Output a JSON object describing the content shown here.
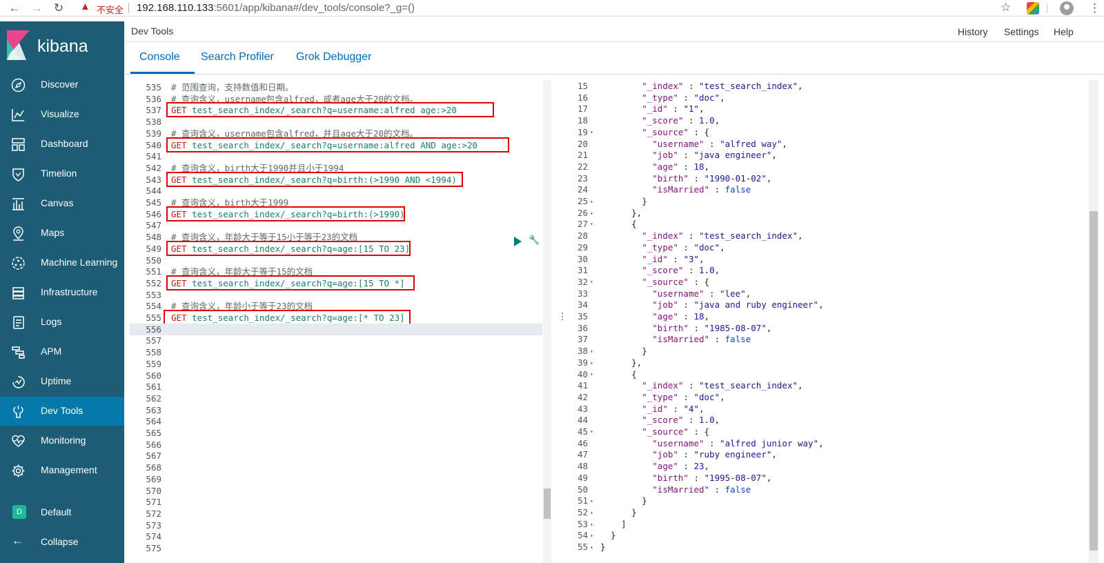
{
  "browser": {
    "warning": "不安全",
    "url_host": "192.168.110.133",
    "url_rest": ":5601/app/kibana#/dev_tools/console?_g=()"
  },
  "sidebar": {
    "brand": "kibana",
    "items": [
      {
        "label": "Discover",
        "icon": "compass-icon"
      },
      {
        "label": "Visualize",
        "icon": "chart-icon"
      },
      {
        "label": "Dashboard",
        "icon": "dashboard-icon"
      },
      {
        "label": "Timelion",
        "icon": "shield-icon"
      },
      {
        "label": "Canvas",
        "icon": "canvas-icon"
      },
      {
        "label": "Maps",
        "icon": "map-pin-icon"
      },
      {
        "label": "Machine Learning",
        "icon": "ml-icon"
      },
      {
        "label": "Infrastructure",
        "icon": "stack-icon"
      },
      {
        "label": "Logs",
        "icon": "logs-icon"
      },
      {
        "label": "APM",
        "icon": "apm-icon"
      },
      {
        "label": "Uptime",
        "icon": "uptime-icon"
      },
      {
        "label": "Dev Tools",
        "icon": "wrench-icon"
      },
      {
        "label": "Monitoring",
        "icon": "heartbeat-icon"
      },
      {
        "label": "Management",
        "icon": "gear-icon"
      }
    ],
    "space_initial": "D",
    "space_label": "Default",
    "collapse_label": "Collapse"
  },
  "topbar": {
    "title": "Dev Tools",
    "history": "History",
    "settings": "Settings",
    "help": "Help"
  },
  "tabs": [
    "Console",
    "Search Profiler",
    "Grok Debugger"
  ],
  "editor": {
    "lines": [
      {
        "n": "535",
        "c": "# 范围查询，支持数值和日期。",
        "t": "comment"
      },
      {
        "n": "536",
        "c": "# 查询含义，username包含alfred，或者age大于20的文档。",
        "t": "comment"
      },
      {
        "n": "537",
        "m": "GET",
        "p": " test_search_index/_search?q=username:alfred age:>20",
        "t": "req"
      },
      {
        "n": "538",
        "c": "",
        "t": "blank"
      },
      {
        "n": "539",
        "c": "# 查询含义，username包含alfred，并且age大于20的文档。",
        "t": "comment"
      },
      {
        "n": "540",
        "m": "GET",
        "p": " test_search_index/_search?q=username:alfred AND age:>20",
        "t": "req"
      },
      {
        "n": "541",
        "c": "",
        "t": "blank"
      },
      {
        "n": "542",
        "c": "# 查询含义，birth大于1990并且小于1994",
        "t": "comment"
      },
      {
        "n": "543",
        "m": "GET",
        "p": " test_search_index/_search?q=birth:(>1990 AND <1994)",
        "t": "req"
      },
      {
        "n": "544",
        "c": "",
        "t": "blank"
      },
      {
        "n": "545",
        "c": "# 查询含义，birth大于1999",
        "t": "comment"
      },
      {
        "n": "546",
        "m": "GET",
        "p": " test_search_index/_search?q=birth:(>1990)",
        "t": "req"
      },
      {
        "n": "547",
        "c": "",
        "t": "blank"
      },
      {
        "n": "548",
        "c": "# 查询含义，年龄大于等于15小于等于23的文档",
        "t": "comment"
      },
      {
        "n": "549",
        "m": "GET",
        "p": " test_search_index/_search?q=age:[15 TO 23]",
        "t": "req"
      },
      {
        "n": "550",
        "c": "",
        "t": "blank"
      },
      {
        "n": "551",
        "c": "# 查询含义，年龄大于等于15的文档",
        "t": "comment"
      },
      {
        "n": "552",
        "m": "GET",
        "p": " test_search_index/_search?q=age:[15 TO *]",
        "t": "req"
      },
      {
        "n": "553",
        "c": "",
        "t": "blank"
      },
      {
        "n": "554",
        "c": "# 查询含义，年龄小于等于23的文档",
        "t": "comment"
      },
      {
        "n": "555",
        "m": "GET",
        "p": " test_search_index/_search?q=age:[* TO 23]",
        "t": "req"
      },
      {
        "n": "556",
        "c": "",
        "t": "blank"
      },
      {
        "n": "557",
        "c": "",
        "t": "blank"
      },
      {
        "n": "558",
        "c": "",
        "t": "blank"
      },
      {
        "n": "559",
        "c": "",
        "t": "blank"
      },
      {
        "n": "560",
        "c": "",
        "t": "blank"
      },
      {
        "n": "561",
        "c": "",
        "t": "blank"
      },
      {
        "n": "562",
        "c": "",
        "t": "blank"
      },
      {
        "n": "563",
        "c": "",
        "t": "blank"
      },
      {
        "n": "564",
        "c": "",
        "t": "blank"
      },
      {
        "n": "565",
        "c": "",
        "t": "blank"
      },
      {
        "n": "566",
        "c": "",
        "t": "blank"
      },
      {
        "n": "567",
        "c": "",
        "t": "blank"
      },
      {
        "n": "568",
        "c": "",
        "t": "blank"
      },
      {
        "n": "569",
        "c": "",
        "t": "blank"
      },
      {
        "n": "570",
        "c": "",
        "t": "blank"
      },
      {
        "n": "571",
        "c": "",
        "t": "blank"
      },
      {
        "n": "572",
        "c": "",
        "t": "blank"
      },
      {
        "n": "573",
        "c": "",
        "t": "blank"
      },
      {
        "n": "574",
        "c": "",
        "t": "blank"
      },
      {
        "n": "575",
        "c": "",
        "t": "blank"
      }
    ]
  },
  "output": {
    "lines": [
      {
        "n": "15",
        "f": "",
        "c": "        \"_index\" : \"test_search_index\","
      },
      {
        "n": "16",
        "f": "",
        "c": "        \"_type\" : \"doc\","
      },
      {
        "n": "17",
        "f": "",
        "c": "        \"_id\" : \"1\","
      },
      {
        "n": "18",
        "f": "",
        "c": "        \"_score\" : 1.0,"
      },
      {
        "n": "19",
        "f": "▾",
        "c": "        \"_source\" : {"
      },
      {
        "n": "20",
        "f": "",
        "c": "          \"username\" : \"alfred way\","
      },
      {
        "n": "21",
        "f": "",
        "c": "          \"job\" : \"java engineer\","
      },
      {
        "n": "22",
        "f": "",
        "c": "          \"age\" : 18,"
      },
      {
        "n": "23",
        "f": "",
        "c": "          \"birth\" : \"1990-01-02\","
      },
      {
        "n": "24",
        "f": "",
        "c": "          \"isMarried\" : false"
      },
      {
        "n": "25",
        "f": "▴",
        "c": "        }"
      },
      {
        "n": "26",
        "f": "▴",
        "c": "      },"
      },
      {
        "n": "27",
        "f": "▾",
        "c": "      {"
      },
      {
        "n": "28",
        "f": "",
        "c": "        \"_index\" : \"test_search_index\","
      },
      {
        "n": "29",
        "f": "",
        "c": "        \"_type\" : \"doc\","
      },
      {
        "n": "30",
        "f": "",
        "c": "        \"_id\" : \"3\","
      },
      {
        "n": "31",
        "f": "",
        "c": "        \"_score\" : 1.0,"
      },
      {
        "n": "32",
        "f": "▾",
        "c": "        \"_source\" : {"
      },
      {
        "n": "33",
        "f": "",
        "c": "          \"username\" : \"lee\","
      },
      {
        "n": "34",
        "f": "",
        "c": "          \"job\" : \"java and ruby engineer\","
      },
      {
        "n": "35",
        "f": "",
        "c": "          \"age\" : 18,"
      },
      {
        "n": "36",
        "f": "",
        "c": "          \"birth\" : \"1985-08-07\","
      },
      {
        "n": "37",
        "f": "",
        "c": "          \"isMarried\" : false"
      },
      {
        "n": "38",
        "f": "▴",
        "c": "        }"
      },
      {
        "n": "39",
        "f": "▴",
        "c": "      },"
      },
      {
        "n": "40",
        "f": "▾",
        "c": "      {"
      },
      {
        "n": "41",
        "f": "",
        "c": "        \"_index\" : \"test_search_index\","
      },
      {
        "n": "42",
        "f": "",
        "c": "        \"_type\" : \"doc\","
      },
      {
        "n": "43",
        "f": "",
        "c": "        \"_id\" : \"4\","
      },
      {
        "n": "44",
        "f": "",
        "c": "        \"_score\" : 1.0,"
      },
      {
        "n": "45",
        "f": "▾",
        "c": "        \"_source\" : {"
      },
      {
        "n": "46",
        "f": "",
        "c": "          \"username\" : \"alfred junior way\","
      },
      {
        "n": "47",
        "f": "",
        "c": "          \"job\" : \"ruby engineer\","
      },
      {
        "n": "48",
        "f": "",
        "c": "          \"age\" : 23,"
      },
      {
        "n": "49",
        "f": "",
        "c": "          \"birth\" : \"1995-08-07\","
      },
      {
        "n": "50",
        "f": "",
        "c": "          \"isMarried\" : false"
      },
      {
        "n": "51",
        "f": "▴",
        "c": "        }"
      },
      {
        "n": "52",
        "f": "▴",
        "c": "      }"
      },
      {
        "n": "53",
        "f": "▴",
        "c": "    ]"
      },
      {
        "n": "54",
        "f": "▴",
        "c": "  }"
      },
      {
        "n": "55",
        "f": "▴",
        "c": "}"
      }
    ]
  }
}
